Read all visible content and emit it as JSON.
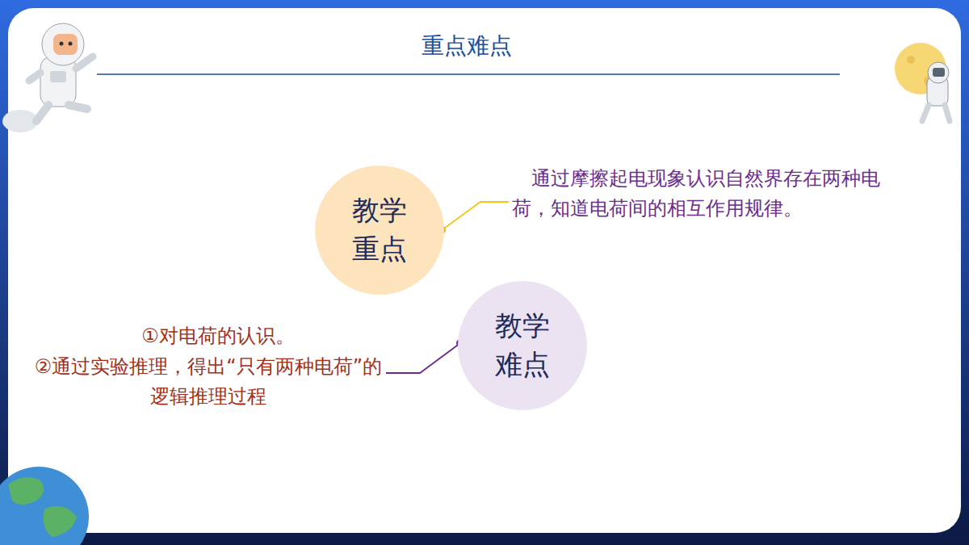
{
  "diagram": {
    "title": "重点难点",
    "nodes": [
      {
        "text": [
          "教学 重点"
        ]
      },
      {
        "text": [
          "教学 难点"
        ]
      }
    ],
    "labels": [
      "通过摩擦起电现象认识自然界存在两种电荷，知道电荷间的相互作用规律。",
      "①对电荷的认识。",
      "②通过实验推理，得出“只有两种电荷”的逻辑推理过程"
    ]
  }
}
